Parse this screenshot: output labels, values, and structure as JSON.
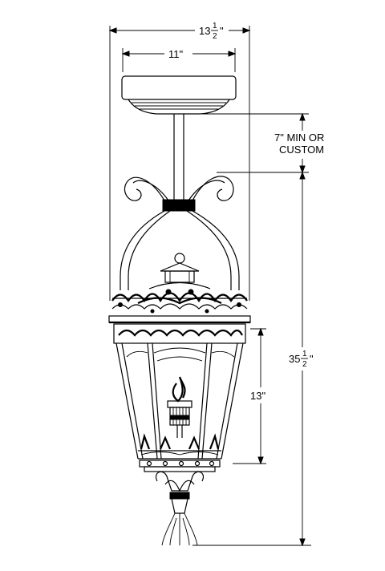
{
  "dimensions": {
    "overall_width": {
      "whole": "13",
      "num": "1",
      "den": "2",
      "quote": "\""
    },
    "canopy_width": "11\"",
    "stem_length_line1": "7\" MIN OR",
    "stem_length_line2": "CUSTOM",
    "lantern_height": "13\"",
    "overall_height": {
      "whole": "35",
      "num": "1",
      "den": "2",
      "quote": "\""
    }
  }
}
